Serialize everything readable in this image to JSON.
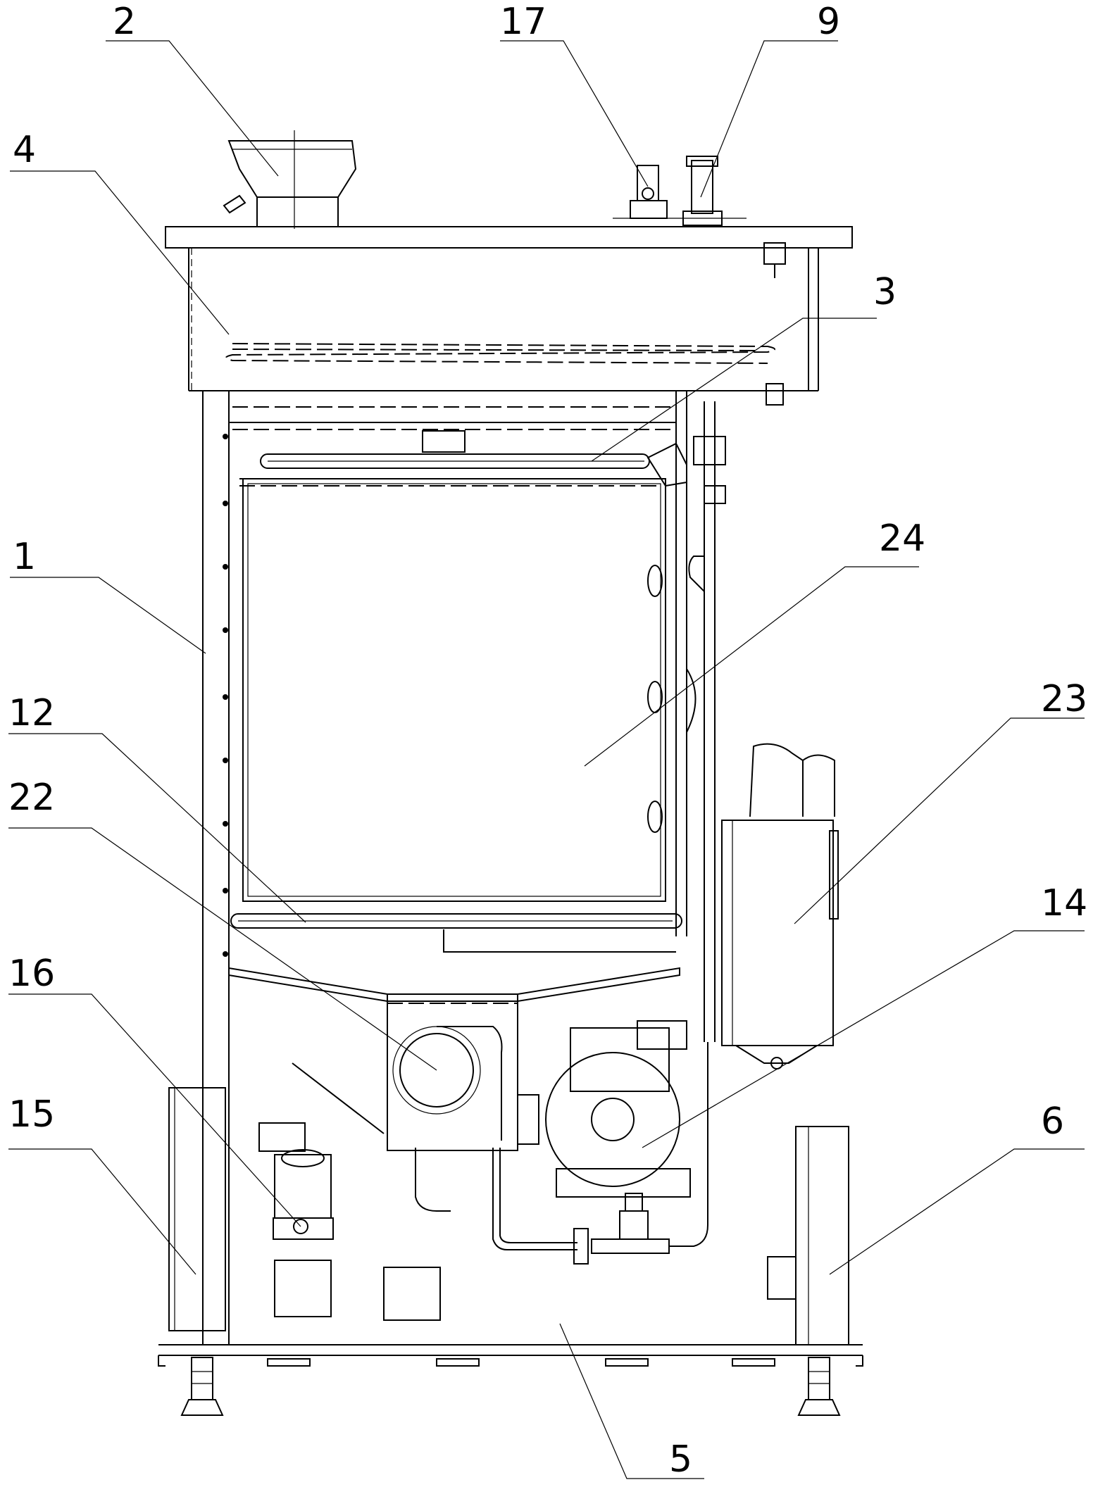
{
  "figure": {
    "labels": [
      {
        "id": "1",
        "text": "1"
      },
      {
        "id": "2",
        "text": "2"
      },
      {
        "id": "3",
        "text": "3"
      },
      {
        "id": "4",
        "text": "4"
      },
      {
        "id": "5",
        "text": "5"
      },
      {
        "id": "6",
        "text": "6"
      },
      {
        "id": "9",
        "text": "9"
      },
      {
        "id": "12",
        "text": "12"
      },
      {
        "id": "14",
        "text": "14"
      },
      {
        "id": "15",
        "text": "15"
      },
      {
        "id": "16",
        "text": "16"
      },
      {
        "id": "17",
        "text": "17"
      },
      {
        "id": "22",
        "text": "22"
      },
      {
        "id": "23",
        "text": "23"
      },
      {
        "id": "24",
        "text": "24"
      }
    ]
  }
}
